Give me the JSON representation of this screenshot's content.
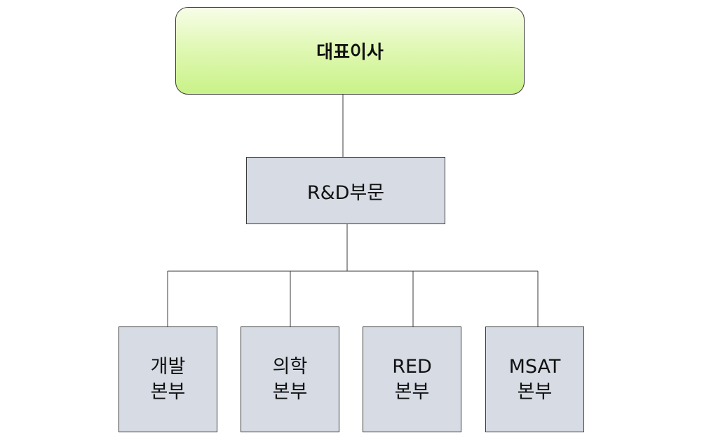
{
  "org_chart": {
    "root": {
      "label": "대표이사"
    },
    "division": {
      "label": "R&D부문"
    },
    "departments": [
      {
        "line1": "개발",
        "line2": "본부"
      },
      {
        "line1": "의학",
        "line2": "본부"
      },
      {
        "line1": "RED",
        "line2": "본부"
      },
      {
        "line1": "MSAT",
        "line2": "본부"
      }
    ]
  },
  "colors": {
    "root_fill_top": "#f7fde8",
    "root_fill_bottom": "#c9f288",
    "node_fill": "#d6dbe4",
    "line": "#3a3a3a"
  }
}
